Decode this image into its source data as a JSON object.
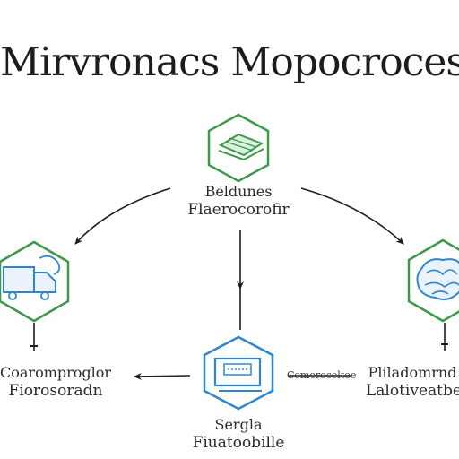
{
  "title": "Mirvronacs Mopocroces",
  "colors": {
    "green": "#3a9a4a",
    "blue": "#2f86cf",
    "ink": "#1c1c1c"
  },
  "nodes": {
    "top": {
      "icon": "tray-stack-icon",
      "line1": "Beldunes",
      "line2": "Flaerocorofir"
    },
    "left": {
      "icon": "delivery-truck-icon",
      "line1": "Coaromproglor",
      "line2": "Fiorosoradn"
    },
    "bottom": {
      "icon": "terminal-window-icon",
      "line1": "Sergla",
      "line2": "Fiuatoobille"
    },
    "right": {
      "icon": "brain-icon",
      "line1": "Pliladomrnd",
      "line2": "Lalotiveatbe"
    }
  },
  "edges": {
    "bottom_right_label": "Cemereceltoe"
  }
}
